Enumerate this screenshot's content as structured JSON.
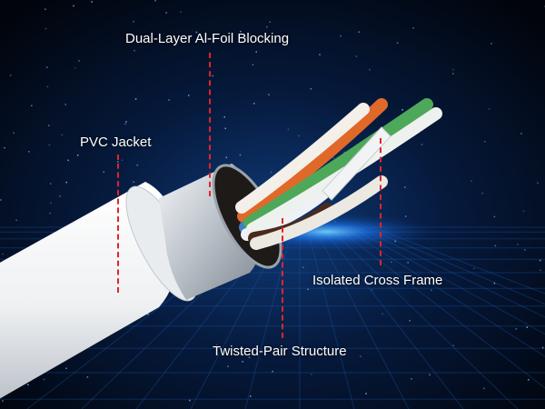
{
  "labels": {
    "foil": "Dual-Layer Al-Foil Blocking",
    "jacket": "PVC Jacket",
    "frame": "Isolated Cross Frame",
    "twisted": "Twisted-Pair Structure"
  },
  "colors": {
    "callout_line": "#e0242a",
    "label_text": "#ffffff",
    "jacket": "#f2f4f6",
    "foil": "#c9cfd6",
    "copper": "#c97a3e",
    "background": "#02060f",
    "glow": "#2f8cff"
  },
  "wires": [
    {
      "name": "orange",
      "color": "#e0692a"
    },
    {
      "name": "white-orange",
      "color": "#f4efe8"
    },
    {
      "name": "blue",
      "color": "#3f7fc9"
    },
    {
      "name": "white-blue",
      "color": "#eef2f6"
    },
    {
      "name": "green",
      "color": "#4ea85a"
    },
    {
      "name": "white-green",
      "color": "#eef2ee"
    },
    {
      "name": "brown",
      "color": "#4a2a1c"
    },
    {
      "name": "white-brown",
      "color": "#ece8e2"
    }
  ]
}
